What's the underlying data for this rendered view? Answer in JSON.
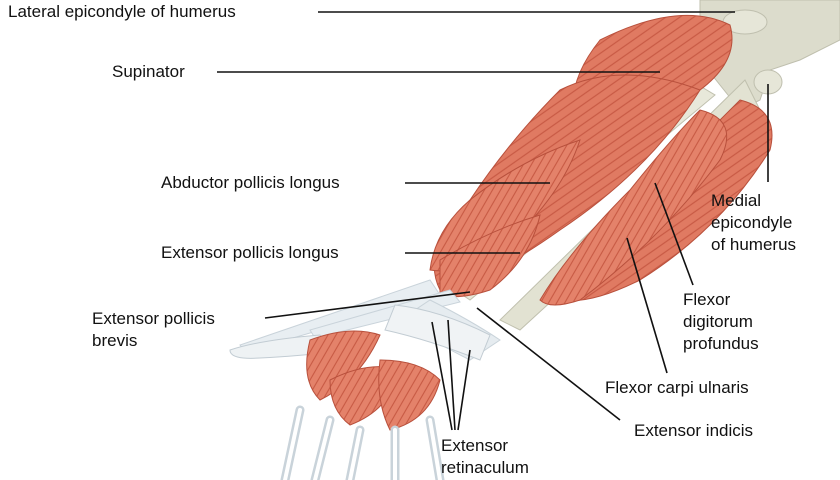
{
  "labels": {
    "lateral_epicondyle": "Lateral epicondyle of humerus",
    "supinator": "Supinator",
    "abductor_pollicis_longus": "Abductor pollicis longus",
    "extensor_pollicis_longus": "Extensor pollicis longus",
    "extensor_pollicis_brevis": [
      "Extensor pollicis",
      "brevis"
    ],
    "medial_epicondyle": [
      "Medial",
      "epicondyle",
      "of humerus"
    ],
    "flexor_digitorum_profundus": [
      "Flexor",
      "digitorum",
      "profundus"
    ],
    "flexor_carpi_ulnaris": "Flexor carpi ulnaris",
    "extensor_indicis": "Extensor indicis",
    "extensor_retinaculum": [
      "Extensor",
      "retinaculum"
    ]
  },
  "colors": {
    "muscle": "#e07a62",
    "muscle_dark": "#c85a45",
    "bone": "#dcdccc",
    "tendon": "#e8eef2",
    "leader": "#111111",
    "text": "#111111"
  }
}
